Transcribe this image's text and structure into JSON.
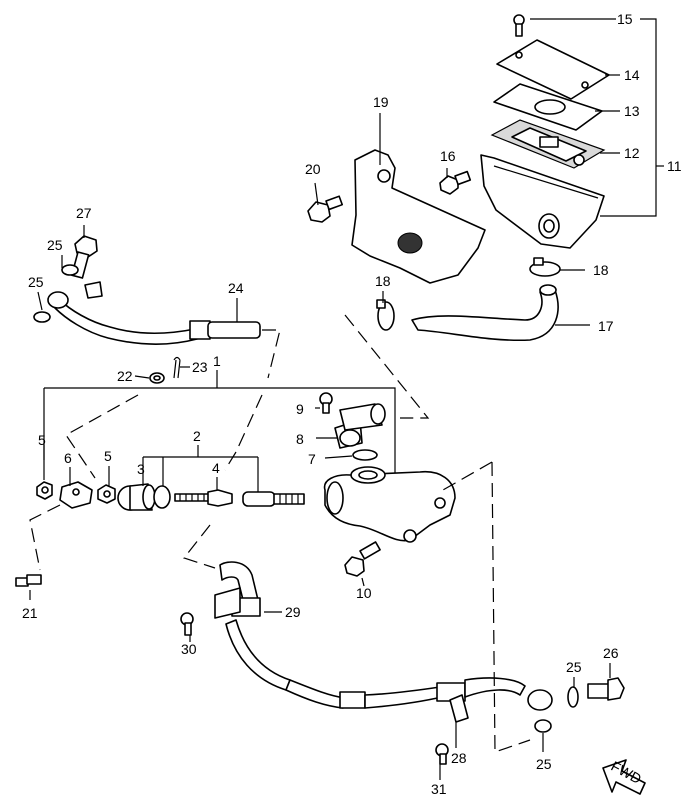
{
  "callouts": [
    {
      "id": "c1",
      "label": "1"
    },
    {
      "id": "c2",
      "label": "2"
    },
    {
      "id": "c3",
      "label": "3"
    },
    {
      "id": "c4",
      "label": "4"
    },
    {
      "id": "c5a",
      "label": "5"
    },
    {
      "id": "c5b",
      "label": "5"
    },
    {
      "id": "c6",
      "label": "6"
    },
    {
      "id": "c7",
      "label": "7"
    },
    {
      "id": "c8",
      "label": "8"
    },
    {
      "id": "c9",
      "label": "9"
    },
    {
      "id": "c10",
      "label": "10"
    },
    {
      "id": "c11",
      "label": "11"
    },
    {
      "id": "c12",
      "label": "12"
    },
    {
      "id": "c13",
      "label": "13"
    },
    {
      "id": "c14",
      "label": "14"
    },
    {
      "id": "c15",
      "label": "15"
    },
    {
      "id": "c16",
      "label": "16"
    },
    {
      "id": "c17",
      "label": "17"
    },
    {
      "id": "c18a",
      "label": "18"
    },
    {
      "id": "c18b",
      "label": "18"
    },
    {
      "id": "c19",
      "label": "19"
    },
    {
      "id": "c20",
      "label": "20"
    },
    {
      "id": "c21",
      "label": "21"
    },
    {
      "id": "c22",
      "label": "22"
    },
    {
      "id": "c23",
      "label": "23"
    },
    {
      "id": "c24",
      "label": "24"
    },
    {
      "id": "c25a",
      "label": "25"
    },
    {
      "id": "c25b",
      "label": "25"
    },
    {
      "id": "c25c",
      "label": "25"
    },
    {
      "id": "c25d",
      "label": "25"
    },
    {
      "id": "c26",
      "label": "26"
    },
    {
      "id": "c27",
      "label": "27"
    },
    {
      "id": "c28",
      "label": "28"
    },
    {
      "id": "c29",
      "label": "29"
    },
    {
      "id": "c30",
      "label": "30"
    },
    {
      "id": "c31",
      "label": "31"
    }
  ],
  "fwd_label": "FWD"
}
